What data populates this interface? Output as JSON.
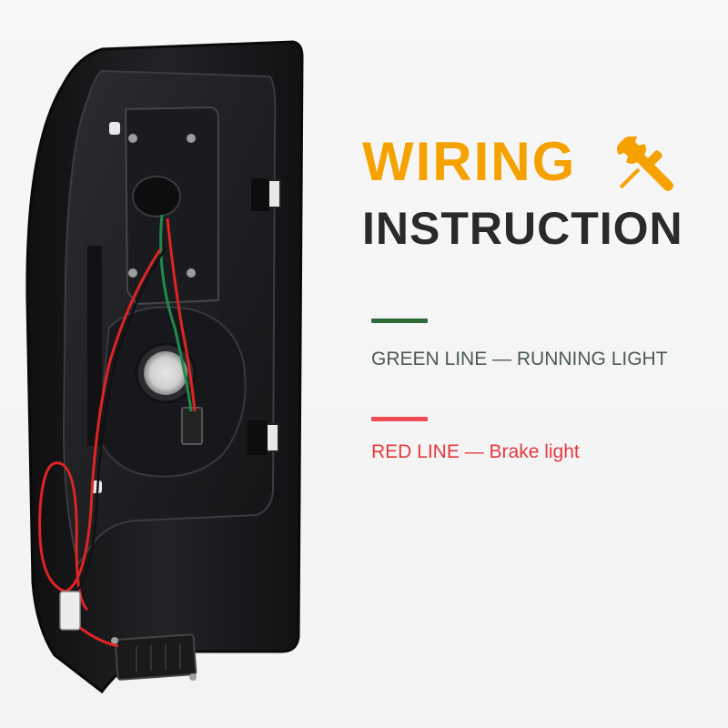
{
  "heading": {
    "line1": "WIRING",
    "line2": "INSTRUCTION",
    "icon": "wrench-screwdriver-icon"
  },
  "legend": [
    {
      "label": "GREEN LINE — RUNNING LIGHT",
      "color": "#2f6b36",
      "text_color": "#4a5a58"
    },
    {
      "label": "RED LINE — Brake light",
      "color": "#ee4b55",
      "text_color": "#e23a3f"
    }
  ],
  "colors": {
    "accent": "#f5a200",
    "heading_dark": "#2a2a2a",
    "background": "#f4f4f4"
  }
}
